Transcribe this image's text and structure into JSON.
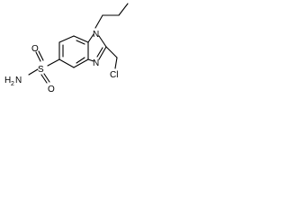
{
  "molecule": {
    "labels": {
      "n_ring": "N",
      "n_imine": "N",
      "sulfur": "S",
      "oxygen_top": "O",
      "oxygen_bottom": "O",
      "chlorine": "Cl",
      "amine": "H",
      "amine_count": "2",
      "amine_n": "N"
    }
  }
}
